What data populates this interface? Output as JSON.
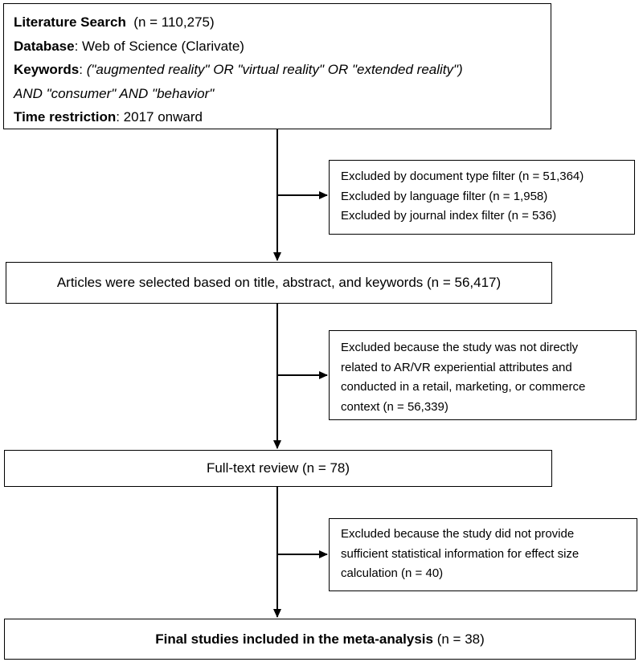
{
  "search": {
    "title": "Literature Search",
    "title_count": "(n = 110,275)",
    "database_label": "Database",
    "database_value": ": Web of Science (Clarivate)",
    "keywords_label": "Keywords",
    "keywords_colon": ": ",
    "keywords_line1": "(\"augmented reality\" OR \"virtual reality\" OR \"extended reality\")",
    "keywords_line2": "AND \"consumer\" AND \"behavior\"",
    "time_label": "Time restriction",
    "time_value": ": 2017 onward"
  },
  "exclusion1": {
    "lines": [
      "Excluded by document type filter (n = 51,364)",
      "Excluded by language filter (n = 1,958)",
      "Excluded by journal index filter (n = 536)"
    ]
  },
  "selected": {
    "text": "Articles were selected based on title, abstract, and keywords (n = 56,417)"
  },
  "exclusion2": {
    "lines": [
      "Excluded because the study was not directly",
      "related to AR/VR experiential attributes and",
      "conducted in a retail, marketing, or commerce",
      "context (n = 56,339)"
    ]
  },
  "fulltext": {
    "text": "Full-text review (n = 78)"
  },
  "exclusion3": {
    "lines": [
      "Excluded because the study did not provide",
      "sufficient statistical information for effect size",
      "calculation (n = 40)"
    ]
  },
  "final": {
    "label": "Final studies included in the meta-analysis",
    "count": " (n = 38)"
  },
  "colors": {
    "stroke": "#000000",
    "background": "#ffffff"
  }
}
